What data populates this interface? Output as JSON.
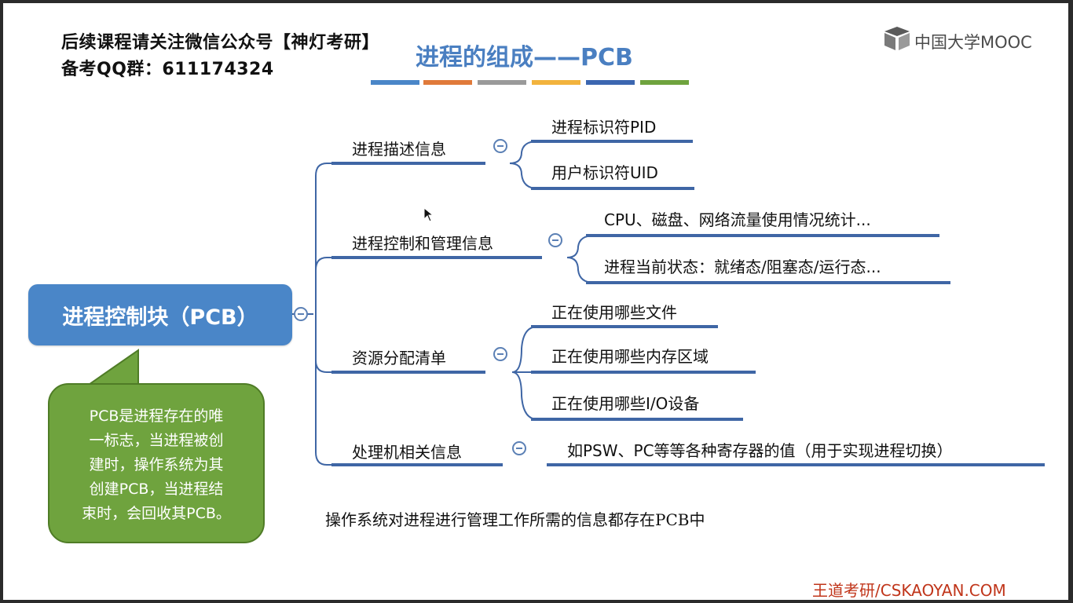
{
  "header": {
    "promo_line1": "后续课程请关注微信公众号【神灯考研】",
    "promo_line2": "备考QQ群：611174324",
    "title": "进程的组成——PCB",
    "bar_colors": [
      "#4a86c8",
      "#e07a3a",
      "#9a9a9a",
      "#f2b33d",
      "#3b66b0",
      "#6fa33e"
    ],
    "logo_text": "中国大学MOOC"
  },
  "mindmap": {
    "root": "进程控制块（PCB）",
    "note": [
      "PCB是进程存在的唯",
      "一标志，当进程被创",
      "建时，操作系统为其",
      "创建PCB，当进程结",
      "束时，会回收其PCB。"
    ],
    "branches": [
      {
        "label": "进程描述信息",
        "children": [
          "进程标识符PID",
          "用户标识符UID"
        ]
      },
      {
        "label": "进程控制和管理信息",
        "children": [
          "CPU、磁盘、网络流量使用情况统计...",
          "进程当前状态：就绪态/阻塞态/运行态..."
        ]
      },
      {
        "label": "资源分配清单",
        "children": [
          "正在使用哪些文件",
          "正在使用哪些内存区域",
          "正在使用哪些I/O设备"
        ]
      },
      {
        "label": "处理机相关信息",
        "children": [
          "如PSW、PC等等各种寄存器的值（用于实现进程切换）"
        ]
      }
    ]
  },
  "footer": {
    "note": "操作系统对进程进行管理工作所需的信息都存在PCB中",
    "brand": "王道考研/CSKAOYAN.COM"
  },
  "colors": {
    "accent_blue": "#4a86c8",
    "note_green": "#6fa33e",
    "connector": "#3f66a5",
    "brand_red": "#c0351a"
  }
}
